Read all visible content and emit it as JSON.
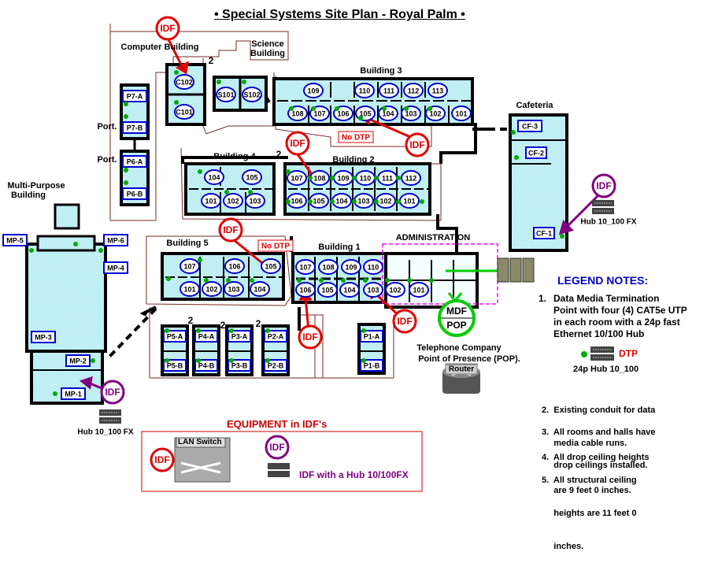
{
  "title": "Special Systems Site Plan - Royal Palm",
  "buildings": {
    "computer": "Computer Building",
    "science": "Science Building",
    "b1": "Building 1",
    "b2": "Building 2",
    "b3": "Building 3",
    "b4": "Building 4",
    "b5": "Building 5",
    "cafeteria": "Cafeteria",
    "multipurpose": "Multi-Purpose Building",
    "administration": "ADMINISTRATION"
  },
  "labels": {
    "port1": "Port.",
    "port2": "Port.",
    "no_dtp_1": "No DTP",
    "no_dtp_2": "No DTP",
    "mdf": "MDF",
    "pop": "POP",
    "telco": "Telephone Company Point of Presence (POP).",
    "router": "Router",
    "hub_cafe": "Hub 10_100 FX",
    "hub_mp": "Hub 10_100 FX",
    "conduit_count": "2",
    "idf": "IDF"
  },
  "rooms": {
    "computer": [
      "C102",
      "C101"
    ],
    "science": [
      "S101",
      "S102"
    ],
    "portables_left": [
      "P7-A",
      "P7-B",
      "P6-A",
      "P6-B"
    ],
    "b3_top": [
      "109",
      "110",
      "111",
      "112",
      "113"
    ],
    "b3_bottom": [
      "108",
      "107",
      "106",
      "105",
      "104",
      "103",
      "102",
      "101"
    ],
    "b4_top": [
      "104",
      "105"
    ],
    "b4_bottom": [
      "101",
      "102",
      "103"
    ],
    "b2_top": [
      "107",
      "108",
      "109",
      "110",
      "111",
      "112"
    ],
    "b2_bottom": [
      "106",
      "105",
      "104",
      "103",
      "102",
      "101"
    ],
    "b5_top": [
      "107",
      "106",
      "105"
    ],
    "b5_bottom": [
      "101",
      "102",
      "103",
      "104"
    ],
    "b1_top": [
      "107",
      "108",
      "109",
      "110"
    ],
    "b1_bottom": [
      "106",
      "105",
      "104",
      "103",
      "102",
      "101"
    ],
    "cafeteria": [
      "CF-3",
      "CF-2",
      "CF-1"
    ],
    "multipurpose": [
      "MP-5",
      "MP-6",
      "MP-4",
      "MP-3",
      "MP-2",
      "MP-1"
    ],
    "portables_bottom": [
      "P5-A",
      "P5-B",
      "P4-A",
      "P4-B",
      "P3-A",
      "P3-B",
      "P2-A",
      "P2-B",
      "P1-A",
      "P1-B"
    ]
  },
  "legend": {
    "title": "LEGEND NOTES:",
    "note1_num": "1.",
    "note1_lines": [
      "Data Media Termination",
      "Point with four (4) CAT5e UTP",
      "in each room with a 24p fast",
      "Ethernet 10/100 Hub"
    ],
    "dtp": "DTP",
    "dtp_sub": "24p  Hub 10_100",
    "note2_lines": [
      "2.  Existing conduit for data",
      "     media cable runs."
    ],
    "note3_lines": [
      "3.  All rooms and halls have",
      "     drop ceilings installed."
    ],
    "note4_lines": [
      "4.  All drop ceiling heights",
      "     are 9 feet 0 inches."
    ],
    "note5_lines": [
      "5.  All structural ceiling",
      "     heights are 11 feet 0",
      "     inches."
    ]
  },
  "equipment": {
    "title": "EQUIPMENT in IDF's",
    "lan_switch": "LAN Switch",
    "idf_hub": "IDF with a Hub 10/100FX"
  },
  "colors": {
    "idf_red": "#e00000",
    "idf_purple": "#800080",
    "room_blue": "#0000cc",
    "floor_cyan": "#c8f4f8",
    "dtp_green": "#00aa00",
    "mdf_green": "#00cc00",
    "admin_magenta": "#ff00ff"
  }
}
